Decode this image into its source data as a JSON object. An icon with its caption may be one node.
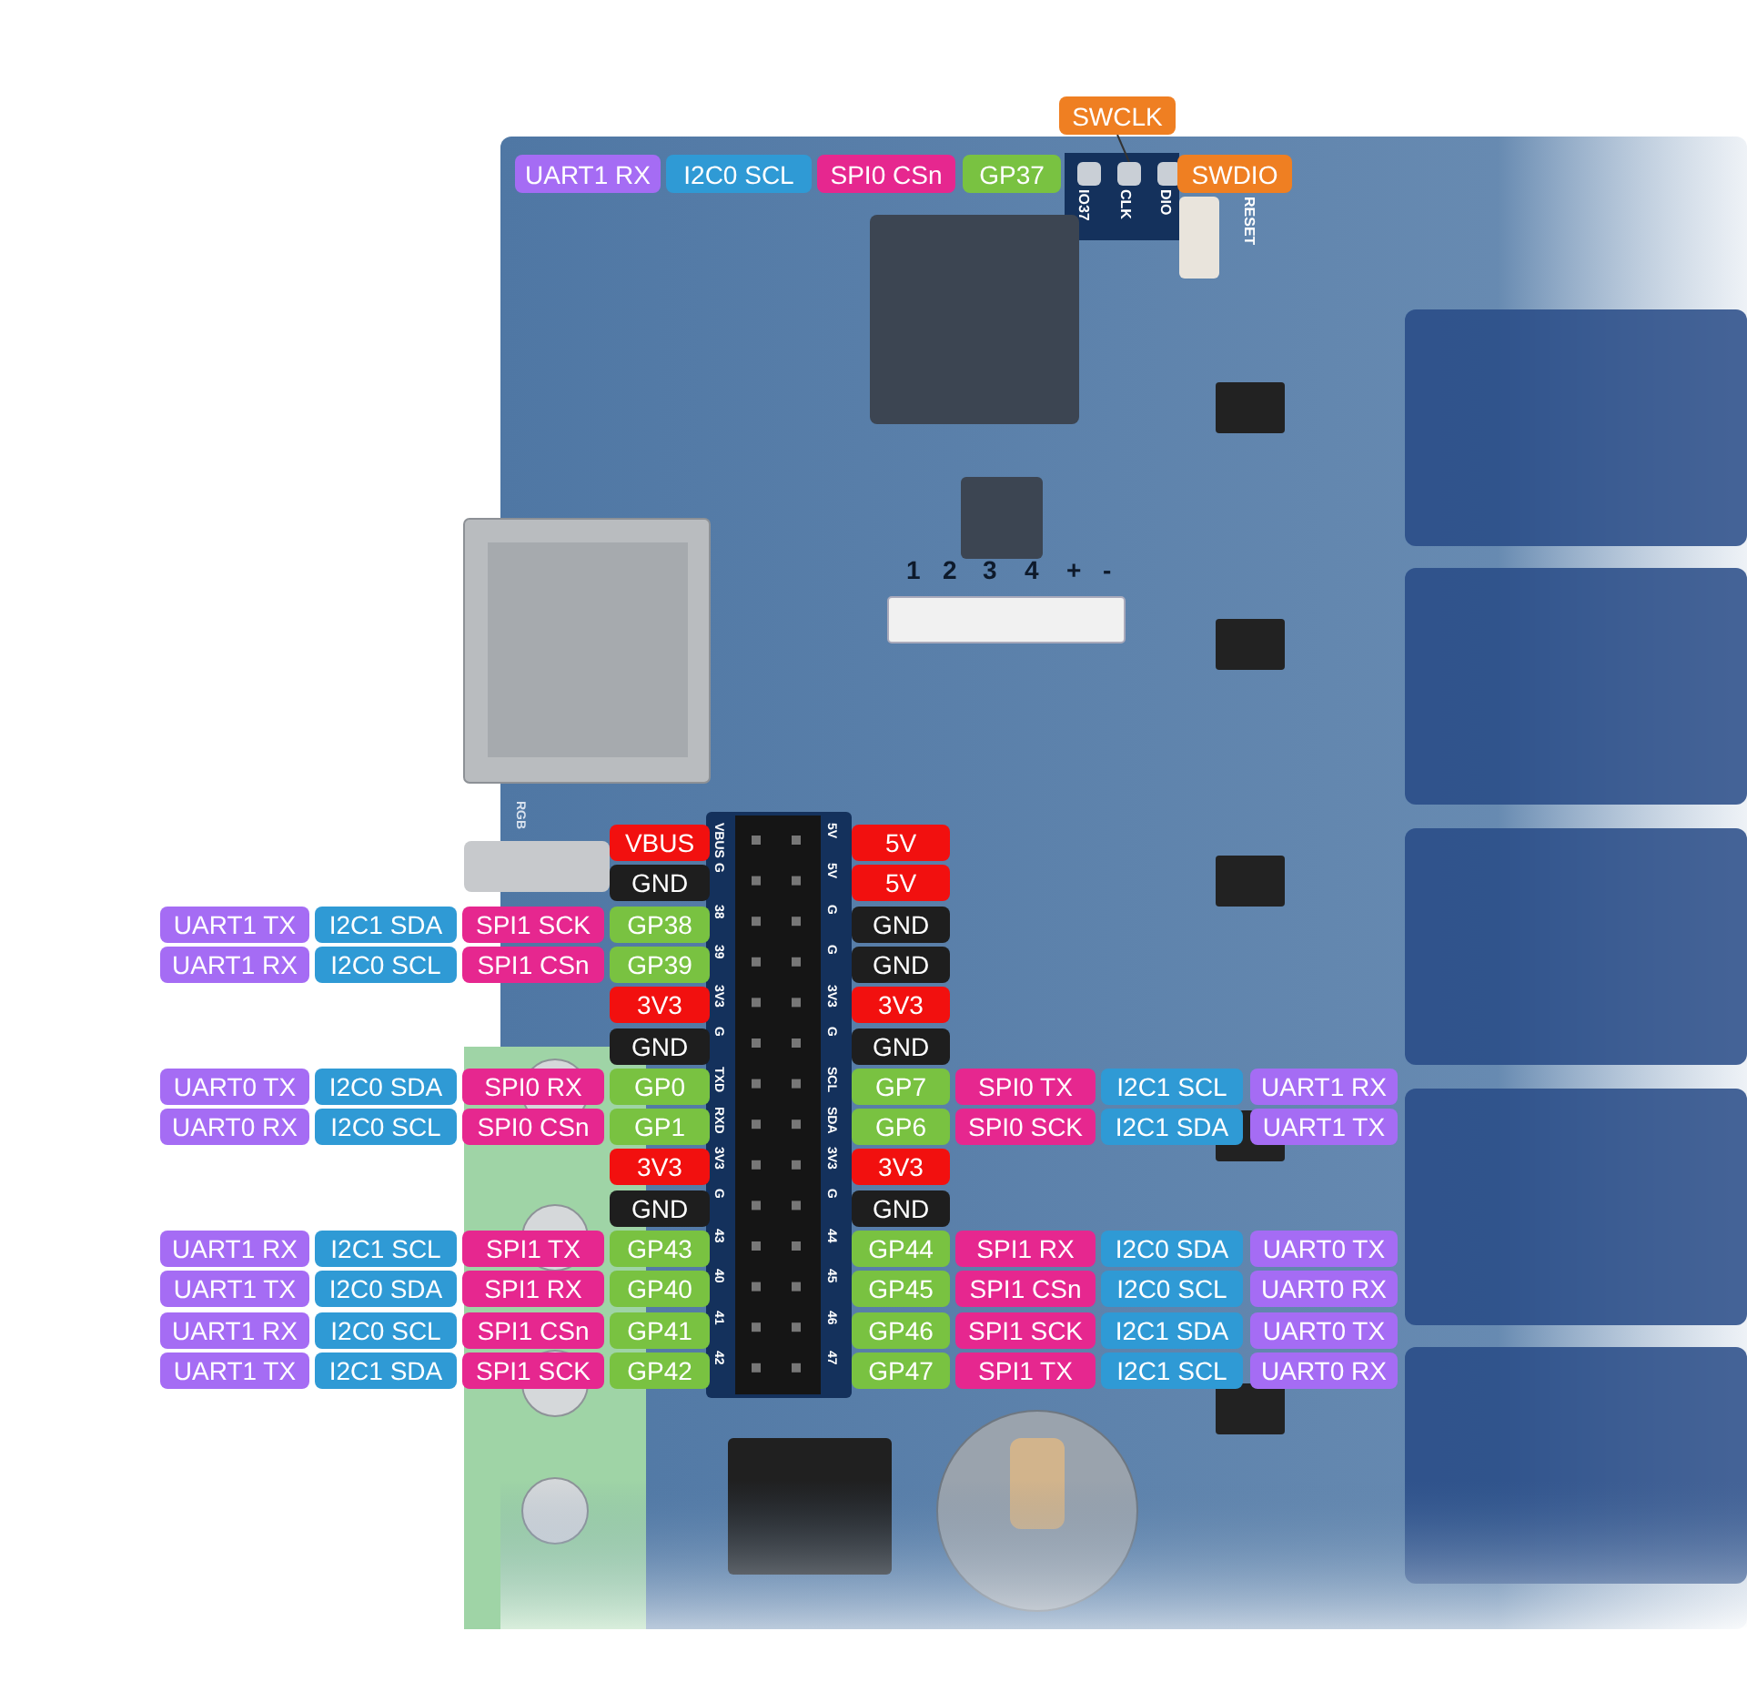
{
  "diagram": {
    "nodes": [
      {
        "text": [
          "SWCLK"
        ]
      },
      {
        "text": [
          "UART1 RX"
        ]
      },
      {
        "text": [
          "I2C0 SCL"
        ]
      },
      {
        "text": [
          "SPI0 CSn"
        ]
      },
      {
        "text": [
          "GP37"
        ]
      },
      {
        "text": [],
        "shape": "box"
      },
      {
        "text": [],
        "shape": "box"
      },
      {
        "text": [],
        "shape": "box"
      },
      {
        "text": [
          "SWDIO"
        ]
      },
      {
        "text": [
          "VBUS"
        ]
      },
      {
        "text": [
          "5V"
        ]
      },
      {
        "text": [
          "GND"
        ]
      },
      {
        "text": [
          "5V"
        ]
      },
      {
        "text": [
          "UART1 TX"
        ]
      },
      {
        "text": [
          "I2C1 SDA"
        ]
      },
      {
        "text": [
          "SPI1 SCK"
        ]
      },
      {
        "text": [
          "GP38"
        ]
      },
      {
        "text": [
          "GND"
        ]
      },
      {
        "text": [
          "UART1 RX"
        ]
      },
      {
        "text": [
          "I2C0 SCL"
        ]
      },
      {
        "text": [
          "SPI1 CSn"
        ]
      },
      {
        "text": [
          "GP39"
        ]
      },
      {
        "text": [
          "GND"
        ]
      },
      {
        "text": [
          "3V3"
        ]
      },
      {
        "text": [
          "3V3"
        ]
      },
      {
        "text": [
          "GND"
        ]
      },
      {
        "text": [
          "GND"
        ]
      },
      {
        "text": [
          "UART0 TX"
        ]
      },
      {
        "text": [
          "I2C0 SDA"
        ]
      },
      {
        "text": [
          "SPI0 RX"
        ]
      },
      {
        "text": [
          "GP0"
        ]
      },
      {
        "text": [
          "GP7"
        ]
      },
      {
        "text": [
          "SPI0 TX"
        ]
      },
      {
        "text": [
          "I2C1 SCL"
        ]
      },
      {
        "text": [
          "UART1 RX"
        ]
      },
      {
        "text": [
          "UART0 RX"
        ]
      },
      {
        "text": [
          "I2C0 SCL"
        ]
      },
      {
        "text": [
          "SPI0 CSn"
        ]
      },
      {
        "text": [
          "GP1"
        ]
      },
      {
        "text": [
          "GP6"
        ]
      },
      {
        "text": [
          "SPI0 SCK"
        ]
      },
      {
        "text": [
          "I2C1 SDA"
        ]
      },
      {
        "text": [
          "UART1 TX"
        ]
      },
      {
        "text": [
          "3V3"
        ]
      },
      {
        "text": [
          "3V3"
        ]
      },
      {
        "text": [
          "GND"
        ]
      },
      {
        "text": [
          "GND"
        ]
      },
      {
        "text": [
          "UART1 RX"
        ]
      },
      {
        "text": [
          "I2C1 SCL"
        ]
      },
      {
        "text": [
          "SPI1 TX"
        ]
      },
      {
        "text": [
          "GP43"
        ]
      },
      {
        "text": [
          "GP44"
        ]
      },
      {
        "text": [
          "SPI1 RX"
        ]
      },
      {
        "text": [
          "I2C0 SDA"
        ]
      },
      {
        "text": [
          "UART0 TX"
        ]
      },
      {
        "text": [
          "UART1 TX"
        ]
      },
      {
        "text": [
          "I2C0 SDA"
        ]
      },
      {
        "text": [
          "SPI1 RX"
        ]
      },
      {
        "text": [
          "GP40"
        ]
      },
      {
        "text": [
          "GP45"
        ]
      },
      {
        "text": [
          "SPI1 CSn"
        ]
      },
      {
        "text": [
          "I2C0 SCL"
        ]
      },
      {
        "text": [
          "UART0 RX"
        ]
      },
      {
        "text": [
          "UART1 RX"
        ]
      },
      {
        "text": [
          "I2C0 SCL"
        ]
      },
      {
        "text": [
          "SPI1 CSn"
        ]
      },
      {
        "text": [
          "GP41"
        ]
      },
      {
        "text": [
          "GP46"
        ]
      },
      {
        "text": [
          "SPI1 SCK"
        ]
      },
      {
        "text": [
          "I2C1 SDA"
        ]
      },
      {
        "text": [
          "UART0 TX"
        ]
      },
      {
        "text": [
          "UART1 TX"
        ]
      },
      {
        "text": [
          "I2C1 SDA"
        ]
      },
      {
        "text": [
          "SPI1 SCK"
        ]
      },
      {
        "text": [
          "GP42"
        ]
      },
      {
        "text": [
          "GP47"
        ]
      },
      {
        "text": [
          "SPI1 TX"
        ]
      },
      {
        "text": [
          "I2C1 SCL"
        ]
      },
      {
        "text": [
          "UART0 RX"
        ]
      }
    ],
    "edges": [
      {
        "from": 0,
        "to": 6,
        "arrow": "none"
      }
    ],
    "labels": [
      "IO37",
      "CLK",
      "DIO",
      "RESET",
      "1",
      "2",
      "3",
      "4",
      "+",
      "-",
      "RGB",
      "VBUS",
      "5V",
      "G",
      "5V",
      "38",
      "G",
      "39",
      "G",
      "3V3",
      "3V3",
      "G",
      "G",
      "TXD",
      "SCL",
      "RXD",
      "SDA",
      "3V3",
      "3V3",
      "G",
      "G",
      "43",
      "44",
      "40",
      "45",
      "41",
      "46",
      "42",
      "47"
    ]
  }
}
